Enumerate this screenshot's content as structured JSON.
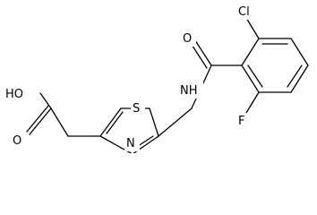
{
  "molecule": {
    "atoms": {
      "oh": "HO",
      "o_acid": "O",
      "s": "S",
      "n_ring": "N",
      "nh": "NH",
      "o_amide": "O",
      "cl": "Cl",
      "f": "F"
    }
  }
}
